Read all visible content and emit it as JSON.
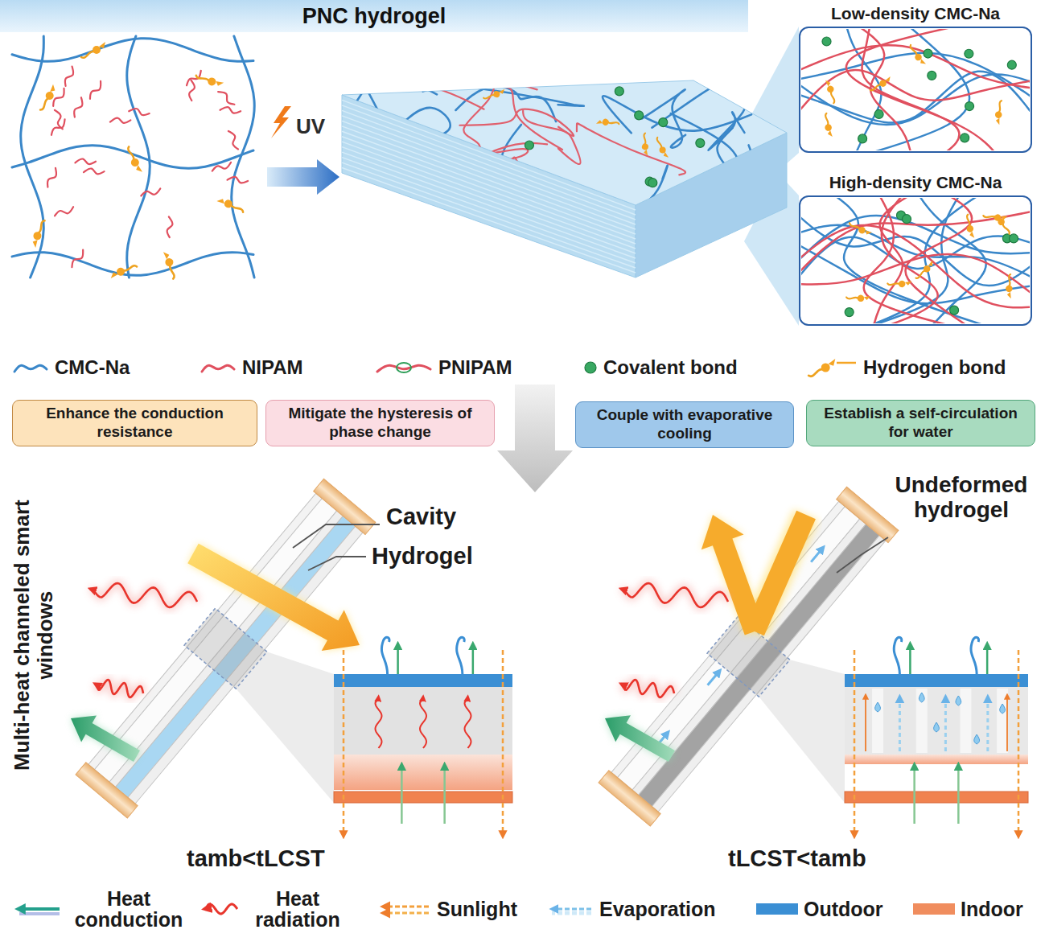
{
  "diagram": {
    "title": "PNC hydrogel",
    "nodes": [
      {
        "text": [
          "Low-density CMC-Na"
        ]
      },
      {
        "text": [
          "High-density CMC-Na"
        ]
      },
      {
        "text": [
          "Enhance the conduction resistance"
        ]
      },
      {
        "text": [
          "Mitigate the hysteresis of phase change"
        ]
      },
      {
        "text": [
          "Couple with evaporative cooling"
        ]
      },
      {
        "text": [
          "Establish a self-circulation for water"
        ]
      }
    ],
    "labels": [
      "UV",
      "Cavity",
      "Hydrogel",
      "Undeformed hydrogel",
      "Multi-heat channeled smart windows",
      "tamb<tLCST",
      "tLCST<tamb"
    ],
    "legend": [
      {
        "text": "CMC-Na"
      },
      {
        "text": "NIPAM"
      },
      {
        "text": "PNIPAM"
      },
      {
        "text": "Covalent bond"
      },
      {
        "text": "Hydrogen bond"
      },
      {
        "text": "Heat conduction"
      },
      {
        "text": "Heat radiation"
      },
      {
        "text": "Sunlight"
      },
      {
        "text": "Evaporation"
      },
      {
        "text": "Outdoor",
        "color": "#3b8fd4"
      },
      {
        "text": "Indoor",
        "color": "#f08d5e"
      }
    ]
  }
}
